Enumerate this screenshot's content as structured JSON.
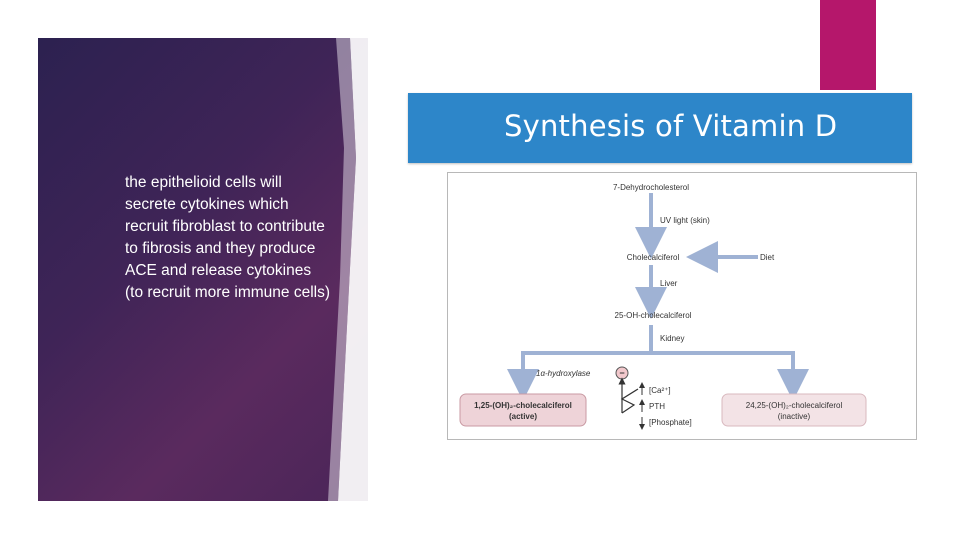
{
  "slide": {
    "bullet_text": "the epithelioid cells will secrete cytokines which recruit fibroblast to contribute to fibrosis and they produce ACE and release cytokines (to recruit more immune cells)",
    "title": "Synthesis of Vitamin D",
    "accent_color": "#b5176b",
    "title_bar_color": "#2d86c9"
  },
  "diagram": {
    "nodes": {
      "n1": "7-Dehydrocholesterol",
      "n2": "UV light (skin)",
      "n3": "Cholecalciferol",
      "n4": "Diet",
      "n5": "Liver",
      "n6": "25-OH-cholecalciferol",
      "n7": "Kidney",
      "n8": "1α-hydroxylase",
      "n9": "[Ca²⁺]",
      "n10": "PTH",
      "n11": "[Phosphate]",
      "active_main": "1,25-(OH)₂-cholecalciferol",
      "active_sub": "(active)",
      "inactive_main": "24,25-(OH)₂-cholecalciferol",
      "inactive_sub": "(inactive)"
    },
    "inhibit_symbol": "−"
  }
}
